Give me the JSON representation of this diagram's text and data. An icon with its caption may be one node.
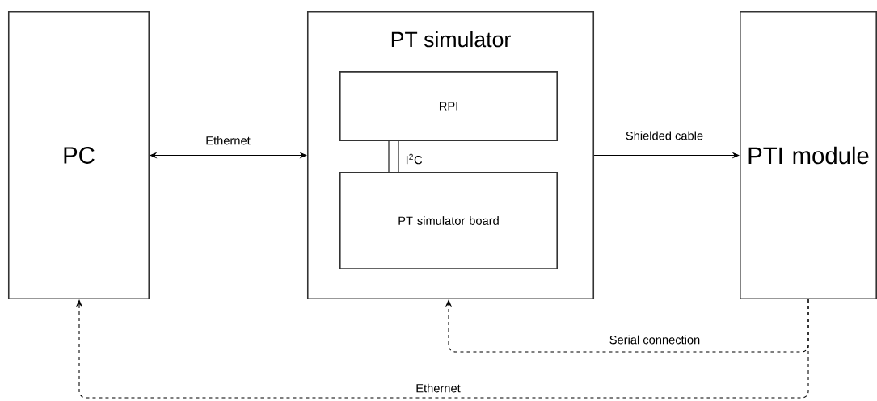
{
  "diagram": {
    "nodes": [
      {
        "text": [
          "PC"
        ]
      },
      {
        "text": [
          "PT simulator"
        ]
      },
      {
        "text": [
          "RPI"
        ],
        "in": 1
      },
      {
        "text": [
          "PT simulator board"
        ],
        "in": 1
      },
      {
        "text": [
          "PTI module"
        ]
      }
    ],
    "edges": [
      {
        "from": 0,
        "to": 1,
        "arrow": "both",
        "label": "Ethernet"
      },
      {
        "from": 2,
        "to": 3,
        "arrow": "none",
        "label": "I$^{2}$C"
      },
      {
        "from": 1,
        "to": 4,
        "arrow": "to",
        "label": "Shielded  cable"
      },
      {
        "from": 4,
        "to": 1,
        "arrow": "to",
        "style": "dashed",
        "label": "Serial connection"
      },
      {
        "from": 4,
        "to": 0,
        "arrow": "to",
        "style": "dashed",
        "label": "Ethernet"
      }
    ]
  }
}
